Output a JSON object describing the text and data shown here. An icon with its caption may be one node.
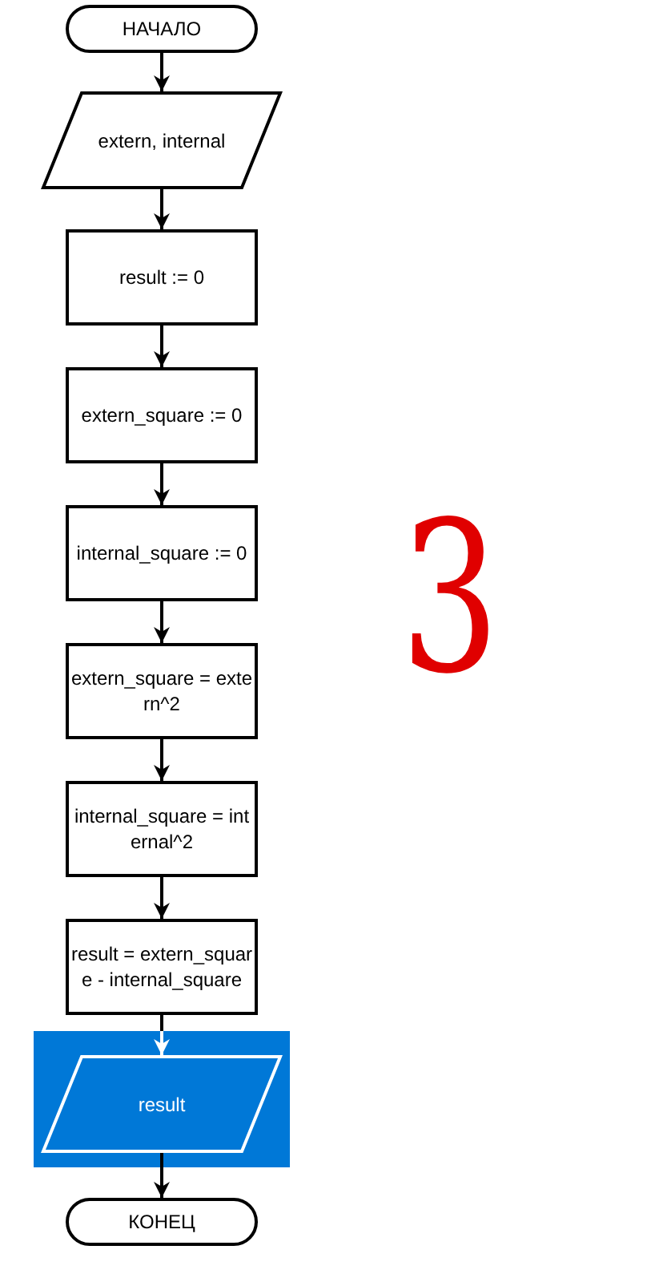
{
  "diagram": {
    "nodes": [
      {
        "text": [
          "НАЧАЛО"
        ]
      },
      {
        "text": [
          "extern, internal"
        ]
      },
      {
        "text": [
          "result := 0"
        ]
      },
      {
        "text": [
          "extern_square := 0"
        ]
      },
      {
        "text": [
          "internal_square := 0"
        ]
      },
      {
        "text": [
          "extern_square = extern^2"
        ]
      },
      {
        "text": [
          "internal_square = internal^2"
        ]
      },
      {
        "text": [
          "result = extern_square - internal_square"
        ]
      },
      {
        "text": [
          "result"
        ]
      },
      {
        "text": [
          "КОНЕЦ"
        ]
      }
    ],
    "edges": [
      {
        "from": 0,
        "to": 1,
        "arrow": "to"
      },
      {
        "from": 1,
        "to": 2,
        "arrow": "to"
      },
      {
        "from": 2,
        "to": 3,
        "arrow": "to"
      },
      {
        "from": 3,
        "to": 4,
        "arrow": "to"
      },
      {
        "from": 4,
        "to": 5,
        "arrow": "to"
      },
      {
        "from": 5,
        "to": 6,
        "arrow": "to"
      },
      {
        "from": 6,
        "to": 7,
        "arrow": "to"
      },
      {
        "from": 7,
        "to": 8,
        "arrow": "to"
      },
      {
        "from": 8,
        "to": 9,
        "arrow": "to"
      }
    ],
    "labels": [
      "3"
    ]
  }
}
